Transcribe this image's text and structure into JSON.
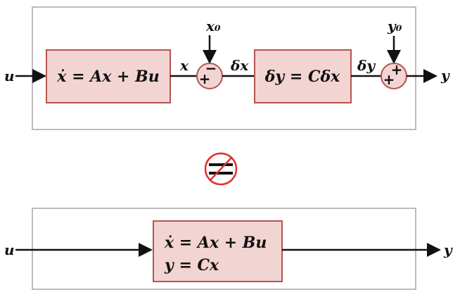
{
  "colors": {
    "block_fill": "#f2d4d3",
    "block_stroke": "#b5544f",
    "frame_stroke": "#a6a6a6",
    "wire": "#111111",
    "not_equal_circle": "#e03030"
  },
  "top": {
    "input": "u",
    "block1": "ẋ = Ax + Bu",
    "state": "x",
    "x0": "x₀",
    "x0_sign": "−",
    "x_sign": "+",
    "dx": "δx",
    "block2": "δy = Cδx",
    "dy": "δy",
    "y0": "y₀",
    "y0_sign": "+",
    "dy_sign": "+",
    "output": "y"
  },
  "separator": {
    "icon": "not-equal-icon"
  },
  "bottom": {
    "input": "u",
    "line1": "ẋ = Ax + Bu",
    "line2": "y = Cx",
    "output": "y"
  }
}
